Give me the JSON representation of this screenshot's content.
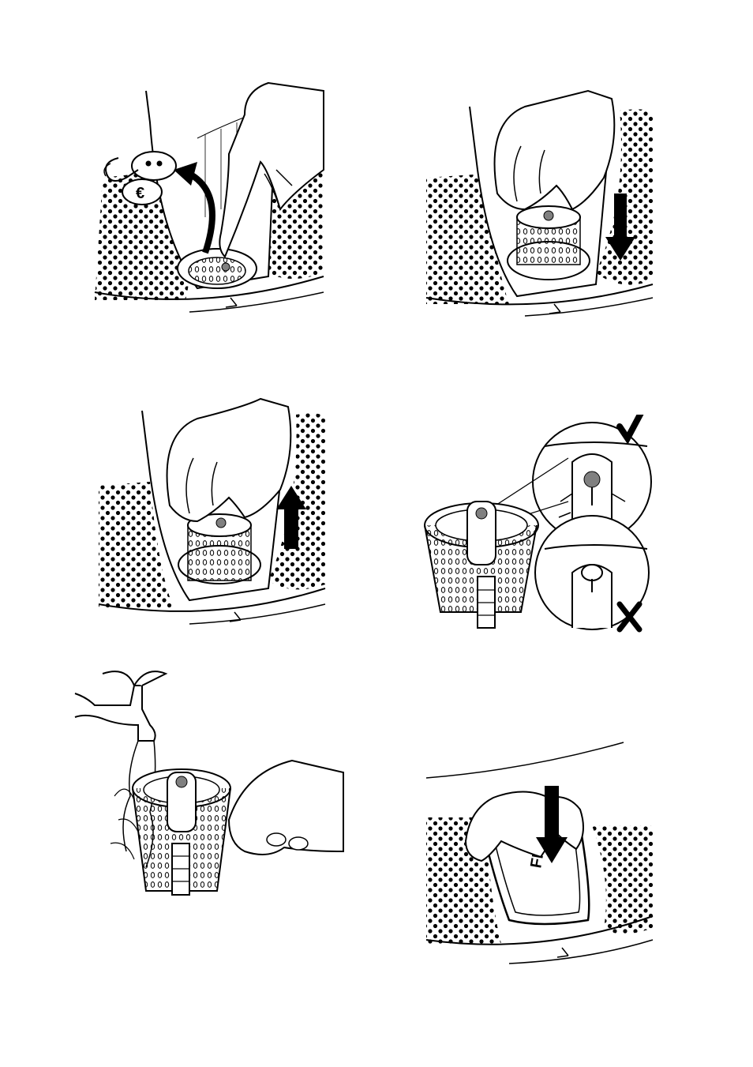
{
  "page": {
    "background": "#ffffff",
    "ink": "#000000",
    "accent_gray": "#808080"
  },
  "illustrations": [
    {
      "id": "step-1",
      "icon": "remove-coins-from-drum-icon",
      "coin_symbol": "€"
    },
    {
      "id": "step-2",
      "icon": "push-filter-down-icon"
    },
    {
      "id": "step-3",
      "icon": "pull-filter-up-icon"
    },
    {
      "id": "step-4",
      "icon": "check-filter-valve-icon",
      "correct_mark": "check-icon",
      "wrong_mark": "cross-icon"
    },
    {
      "id": "step-5",
      "icon": "rinse-filter-under-tap-icon"
    },
    {
      "id": "step-6",
      "icon": "insert-filter-cover-icon",
      "cover_label": "FILTER"
    }
  ]
}
